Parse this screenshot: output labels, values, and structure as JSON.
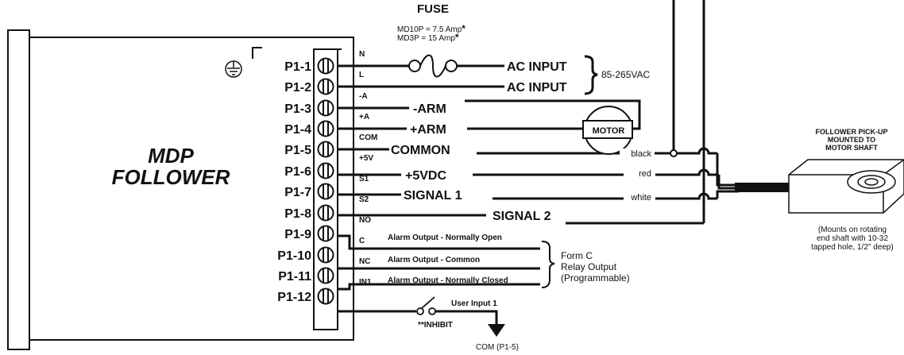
{
  "title_device": [
    "MDP",
    "FOLLOWER"
  ],
  "fuse": {
    "title": "FUSE",
    "ratings": [
      "MD10P = 7.5 Amp",
      "MD3P = 15 Amp"
    ],
    "asterisk": "*"
  },
  "pins": [
    "P1-1",
    "P1-2",
    "P1-3",
    "P1-4",
    "P1-5",
    "P1-6",
    "P1-7",
    "P1-8",
    "P1-9",
    "P1-10",
    "P1-11",
    "P1-12"
  ],
  "short_labels": [
    "N",
    "L",
    "-A",
    "+A",
    "COM",
    "+5V",
    "S1",
    "S2",
    "NO",
    "C",
    "NC",
    "IN1"
  ],
  "signals": {
    "ac_input_1": "AC INPUT",
    "ac_input_2": "AC INPUT",
    "voltage": "85-265VAC",
    "minus_arm": "-ARM",
    "plus_arm": "+ARM",
    "motor": "MOTOR",
    "common": "COMMON",
    "plus_5vdc": "+5VDC",
    "signal1": "SIGNAL 1",
    "signal2": "SIGNAL 2"
  },
  "wire_colors": [
    "black",
    "red",
    "white"
  ],
  "alarm": {
    "no": "Alarm Output - Normally Open",
    "c": "Alarm Output - Common",
    "nc": "Alarm Output - Normally Closed",
    "form_c": [
      "Form C",
      "Relay Output",
      "(Programmable)"
    ]
  },
  "user_input": {
    "label": "User Input 1",
    "inhibit": "**INHIBIT",
    "com": "COM (P1-5)"
  },
  "pickup": {
    "title": [
      "FOLLOWER PICK-UP",
      "MOUNTED TO",
      "MOTOR SHAFT"
    ],
    "note": [
      "(Mounts on rotating",
      "end shaft with 10-32",
      "tapped hole, 1/2\" deep)"
    ]
  }
}
